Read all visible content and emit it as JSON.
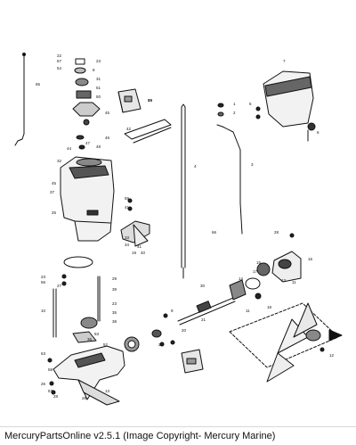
{
  "footer": {
    "text": "MercuryPartsOnline v2.5.1 (Image Copyright- Mercury Marine)"
  },
  "diagram": {
    "callouts": [
      "65",
      "22",
      "57",
      "23",
      "54",
      "8",
      "31",
      "51",
      "50",
      "49",
      "45",
      "42",
      "46",
      "48",
      "44",
      "47",
      "32",
      "45",
      "37",
      "59",
      "41",
      "25",
      "33",
      "34",
      "19",
      "40",
      "41",
      "55",
      "66",
      "4",
      "3",
      "7",
      "1",
      "2",
      "5",
      "6",
      "23",
      "56",
      "29",
      "39",
      "23",
      "35",
      "38",
      "53",
      "52",
      "27",
      "10",
      "28",
      "18",
      "11",
      "17",
      "14",
      "13",
      "11",
      "15",
      "16",
      "21",
      "30",
      "9",
      "36",
      "24",
      "12",
      "20",
      "63",
      "58",
      "26",
      "57",
      "28",
      "26",
      "13"
    ]
  }
}
